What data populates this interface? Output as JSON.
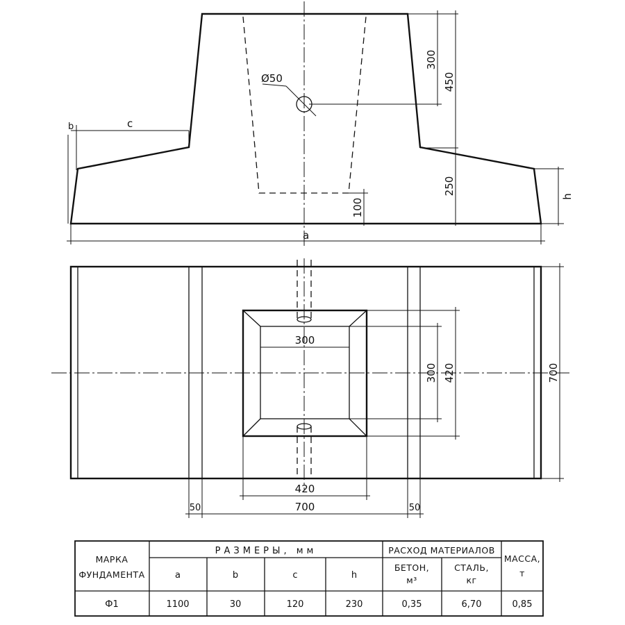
{
  "elevation": {
    "hole_label": "Ø50",
    "dim_c": "c",
    "dim_b": "b",
    "dim_h": "h",
    "dim_a": "a",
    "dim_300": "300",
    "dim_450": "450",
    "dim_250": "250",
    "dim_100": "100"
  },
  "plan": {
    "dim_300_horizontal": "300",
    "dim_300_vertical": "300",
    "dim_420_vertical": "420",
    "dim_700_vertical": "700",
    "dim_420_horizontal": "420",
    "dim_50_left": "50",
    "dim_700_horizontal": "700",
    "dim_50_right": "50"
  },
  "table": {
    "header_mark_line1": "МАРКА",
    "header_mark_line2": "ФУНДАМЕНТА",
    "header_sizes": "РАЗМЕРЫ, мм",
    "header_materials": "РАСХОД МАТЕРИАЛОВ",
    "header_mass_line1": "МАССА,",
    "header_mass_line2": "т",
    "col_a": "a",
    "col_b": "b",
    "col_c": "c",
    "col_h": "h",
    "col_concrete_line1": "БЕТОН,",
    "col_concrete_line2": "м³",
    "col_steel_line1": "СТАЛЬ,",
    "col_steel_line2": "кг",
    "rows": [
      {
        "mark": "Ф1",
        "a": "1100",
        "b": "30",
        "c": "120",
        "h": "230",
        "concrete": "0,35",
        "steel": "6,70",
        "mass": "0,85"
      }
    ]
  }
}
